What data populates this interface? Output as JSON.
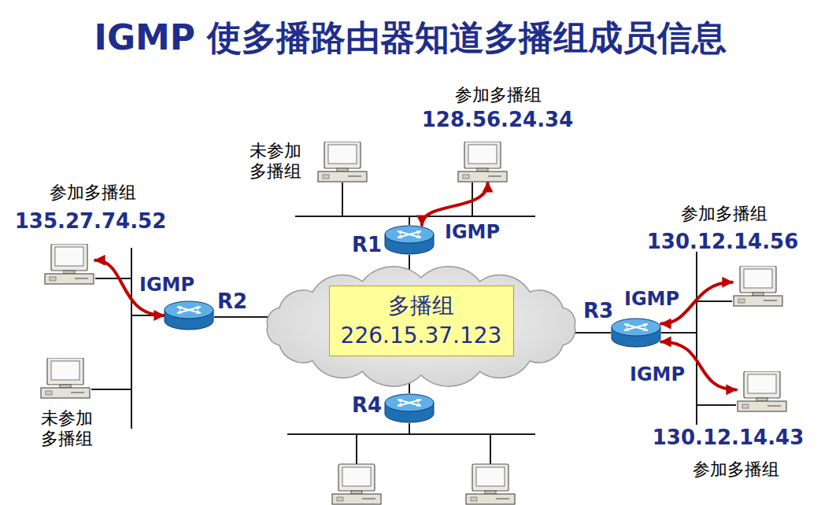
{
  "diagram": {
    "title": "IGMP 使多播路由器知道多播组成员信息",
    "nodes": [
      {
        "text": [
          "多播组",
          "226.15.37.123"
        ]
      },
      {
        "text": [
          "R1"
        ]
      },
      {
        "text": [
          "R2"
        ]
      },
      {
        "text": [
          "R3"
        ]
      },
      {
        "text": [
          "R4"
        ]
      },
      {
        "text": [
          "未参加 多播组"
        ]
      },
      {
        "text": [
          "参加多播组",
          "128.56.24.34"
        ]
      },
      {
        "text": [
          "参加多播组",
          "135.27.74.52"
        ]
      },
      {
        "text": [
          "未参加 多播组"
        ]
      },
      {
        "text": [
          "参加多播组",
          "130.12.14.56"
        ]
      },
      {
        "text": [
          "130.12.14.43",
          "参加多播组"
        ]
      }
    ],
    "edges": [
      {
        "from": 1,
        "to": 6,
        "arrow": "both",
        "label": "IGMP"
      },
      {
        "from": 2,
        "to": 7,
        "arrow": "both",
        "label": "IGMP"
      },
      {
        "from": 3,
        "to": 9,
        "arrow": "both",
        "label": "IGMP"
      },
      {
        "from": 3,
        "to": 10,
        "arrow": "both",
        "label": "IGMP"
      }
    ]
  }
}
